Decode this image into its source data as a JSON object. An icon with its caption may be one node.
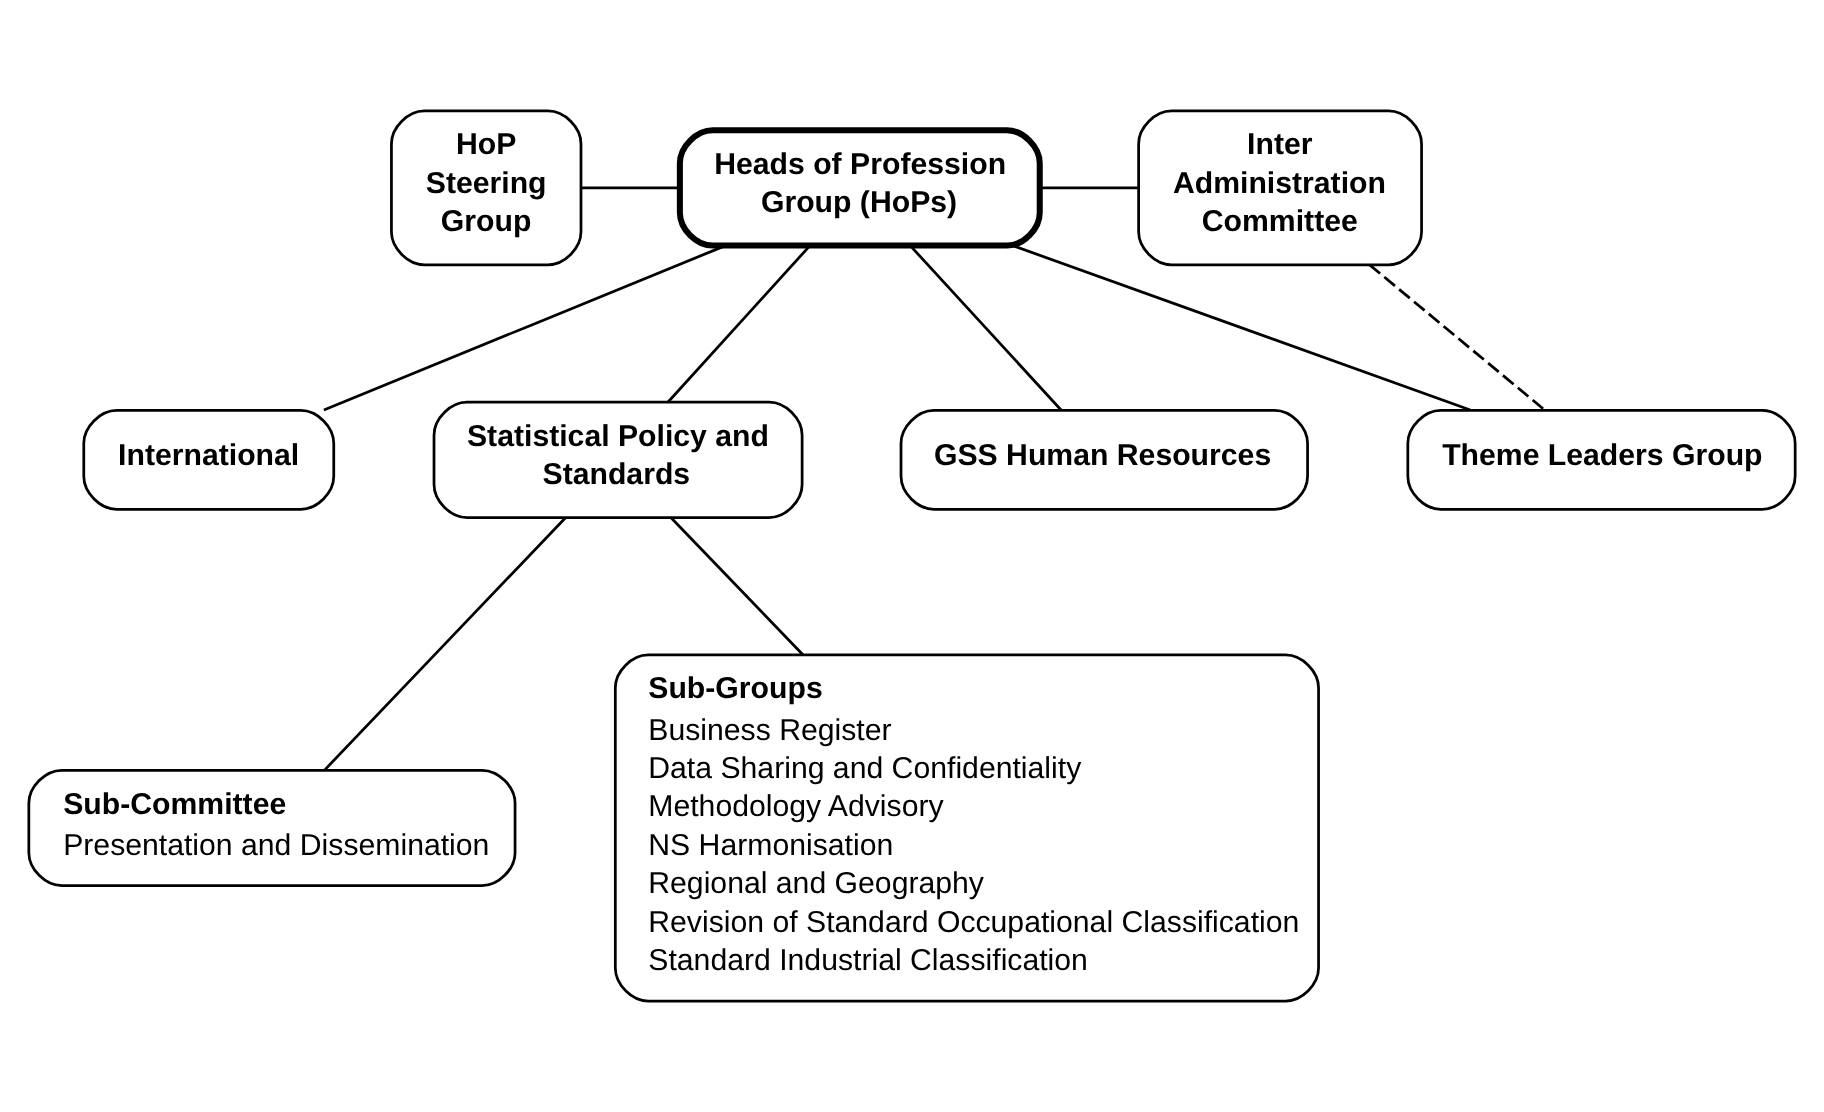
{
  "diagram": {
    "nodes": [
      {
        "text": [
          "HoP Steering Group"
        ]
      },
      {
        "text": [
          "Heads of Profession Group (HoPs)"
        ]
      },
      {
        "text": [
          "Inter Administration Committee"
        ]
      },
      {
        "text": [
          "International"
        ]
      },
      {
        "text": [
          "Statistical Policy and Standards"
        ]
      },
      {
        "text": [
          "GSS Human Resources"
        ]
      },
      {
        "text": [
          "Theme Leaders Group"
        ]
      },
      {
        "text": [
          "Sub-Committee",
          "Presentation and Dissemination"
        ]
      },
      {
        "text": [
          "Sub-Groups",
          "Business Register",
          "Data Sharing and Confidentiality",
          "Methodology Advisory",
          "NS Harmonisation",
          "Regional and Geography",
          "Revision of Standard Occupational Classification",
          "Standard Industrial Classification"
        ]
      }
    ],
    "edges": [
      {
        "from": 0,
        "to": 1,
        "arrow": "none"
      },
      {
        "from": 1,
        "to": 2,
        "arrow": "none"
      },
      {
        "from": 1,
        "to": 3,
        "arrow": "none"
      },
      {
        "from": 1,
        "to": 4,
        "arrow": "none"
      },
      {
        "from": 1,
        "to": 5,
        "arrow": "none"
      },
      {
        "from": 1,
        "to": 6,
        "arrow": "none"
      },
      {
        "from": 2,
        "to": 6,
        "arrow": "none",
        "style": "dashed"
      },
      {
        "from": 4,
        "to": 7,
        "arrow": "none"
      },
      {
        "from": 4,
        "to": 8,
        "arrow": "none"
      }
    ]
  }
}
